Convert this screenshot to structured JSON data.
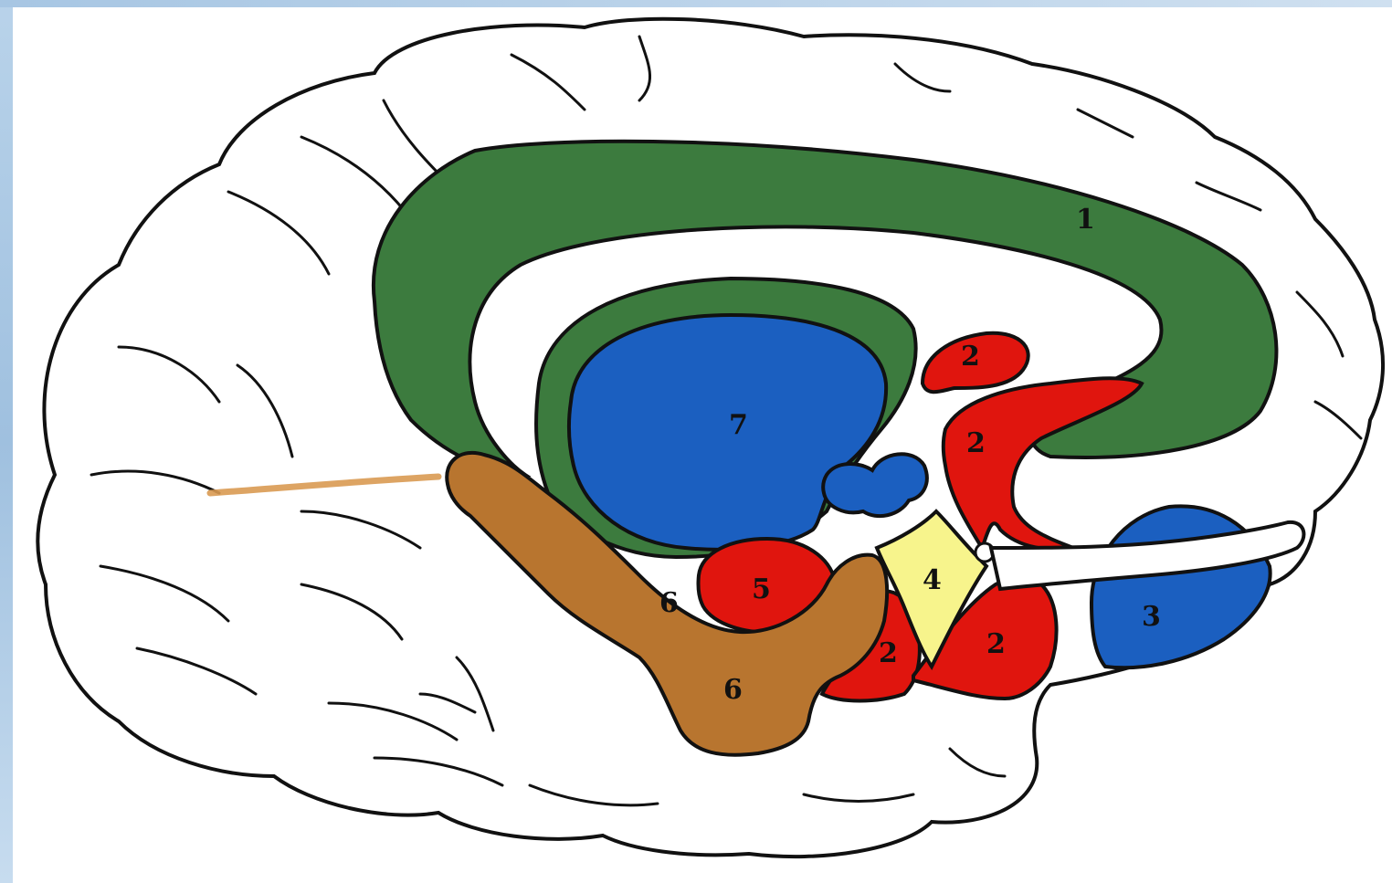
{
  "colors": {
    "frame": "#a9c7e4",
    "brain_fill": "#ffffff",
    "outline": "#111111",
    "green": "#3c7b3e",
    "blue": "#1b5fc0",
    "red": "#e0150e",
    "yellow": "#f7f48c",
    "brown": "#b8752f",
    "olfactory_tract": "#d99a52"
  },
  "labels": {
    "l1": "1",
    "l2a": "2",
    "l2b": "2",
    "l2c": "2",
    "l2d": "2",
    "l3": "3",
    "l4": "4",
    "l5": "5",
    "l6a": "6",
    "l6b": "6",
    "l7": "7"
  }
}
